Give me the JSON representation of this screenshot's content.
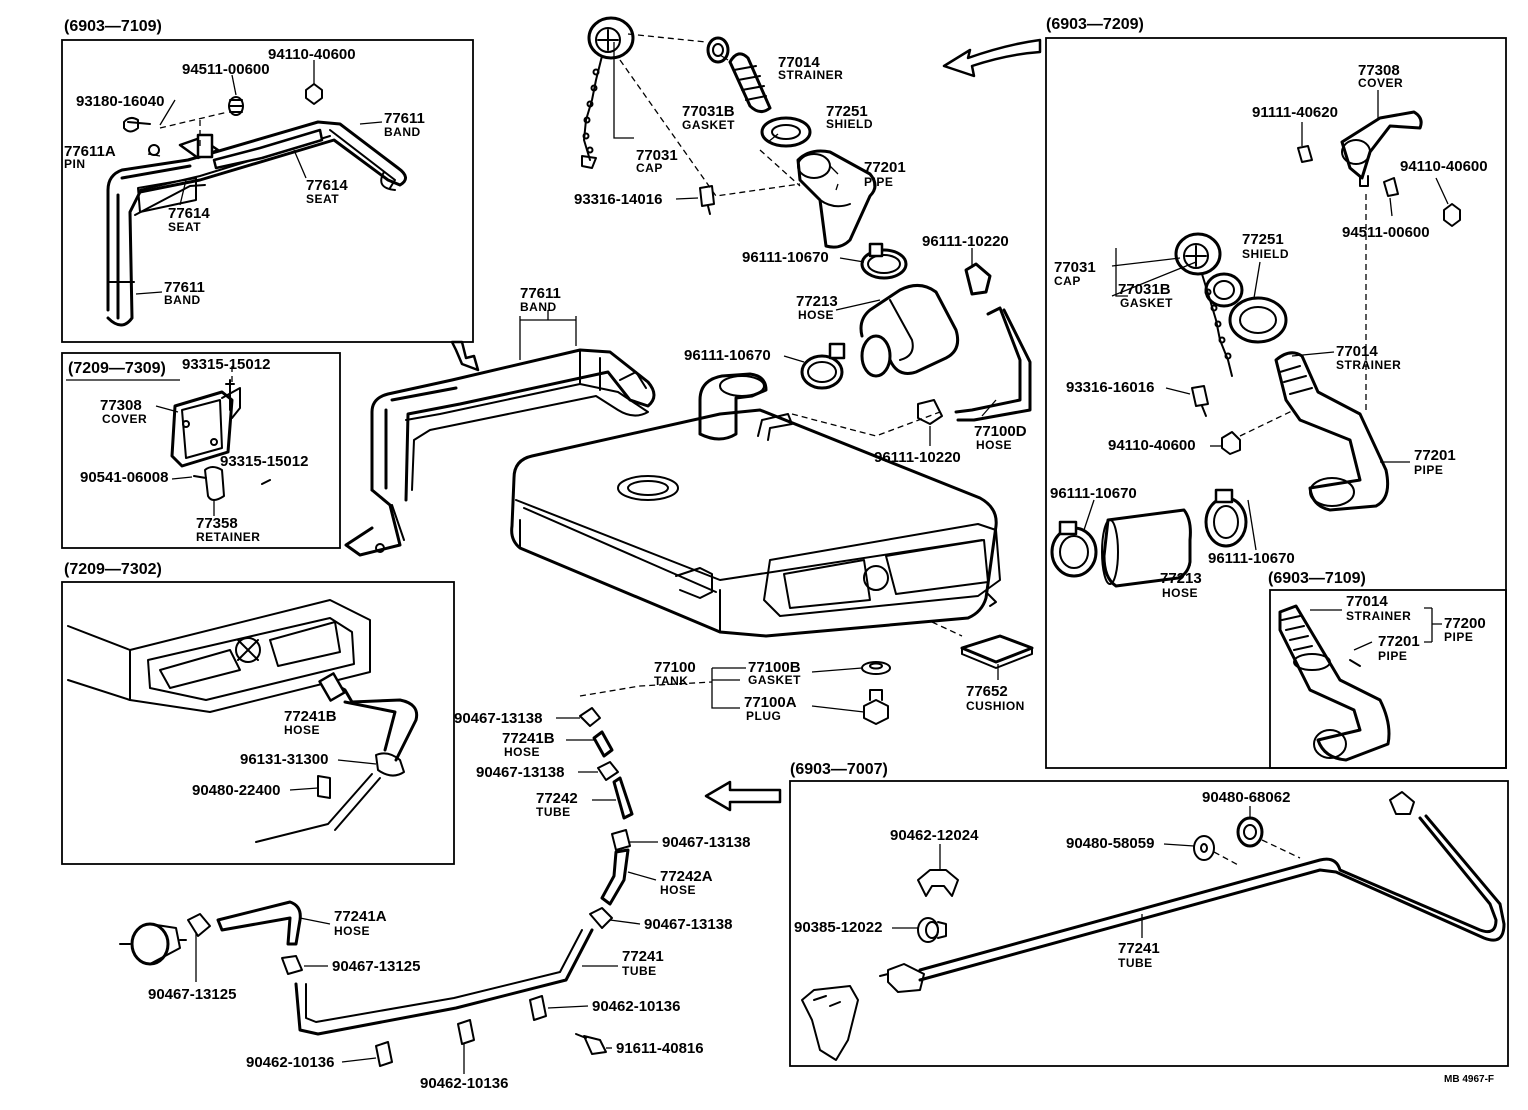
{
  "groups": [
    {
      "text": "(6903—7109)"
    },
    {
      "text": "(7209—7309)"
    },
    {
      "text": "(7209—7302)"
    },
    {
      "text": "(6903—7209)"
    },
    {
      "text": "(6903—7109)"
    },
    {
      "text": "(6903—7007)"
    }
  ],
  "parts": [
    {
      "id": "77611",
      "name": "BAND"
    },
    {
      "id": "77611A",
      "name": "PIN"
    },
    {
      "id": "77614",
      "name": "SEAT"
    },
    {
      "id": "77614",
      "name": "SEAT"
    },
    {
      "id": "77611",
      "name": "BAND"
    },
    {
      "id": "93180-16040",
      "name": ""
    },
    {
      "id": "94511-00600",
      "name": ""
    },
    {
      "id": "94110-40600",
      "name": ""
    },
    {
      "id": "77611",
      "name": "BAND"
    },
    {
      "id": "93315-15012",
      "name": ""
    },
    {
      "id": "77308",
      "name": "COVER"
    },
    {
      "id": "90541-06008",
      "name": ""
    },
    {
      "id": "93315-15012",
      "name": ""
    },
    {
      "id": "77358",
      "name": "RETAINER"
    },
    {
      "id": "77241B",
      "name": "HOSE"
    },
    {
      "id": "96131-31300",
      "name": ""
    },
    {
      "id": "90480-22400",
      "name": ""
    },
    {
      "id": "77014",
      "name": "STRAINER"
    },
    {
      "id": "77031B",
      "name": "GASKET"
    },
    {
      "id": "77251",
      "name": "SHIELD"
    },
    {
      "id": "77031",
      "name": "CAP"
    },
    {
      "id": "77201",
      "name": "PIPE"
    },
    {
      "id": "93316-14016",
      "name": ""
    },
    {
      "id": "96111-10670",
      "name": ""
    },
    {
      "id": "96111-10220",
      "name": ""
    },
    {
      "id": "77213",
      "name": "HOSE"
    },
    {
      "id": "96111-10670",
      "name": ""
    },
    {
      "id": "77100D",
      "name": "HOSE"
    },
    {
      "id": "96111-10220",
      "name": ""
    },
    {
      "id": "77100",
      "name": "TANK"
    },
    {
      "id": "77100B",
      "name": "GASKET"
    },
    {
      "id": "77100A",
      "name": "PLUG"
    },
    {
      "id": "77652",
      "name": "CUSHION"
    },
    {
      "id": "90467-13138",
      "name": ""
    },
    {
      "id": "77241B",
      "name": "HOSE"
    },
    {
      "id": "90467-13138",
      "name": ""
    },
    {
      "id": "77242",
      "name": "TUBE"
    },
    {
      "id": "90467-13138",
      "name": ""
    },
    {
      "id": "77242A",
      "name": "HOSE"
    },
    {
      "id": "90467-13138",
      "name": ""
    },
    {
      "id": "77241A",
      "name": "HOSE"
    },
    {
      "id": "90467-13125",
      "name": ""
    },
    {
      "id": "90467-13125",
      "name": ""
    },
    {
      "id": "77241",
      "name": "TUBE"
    },
    {
      "id": "90462-10136",
      "name": ""
    },
    {
      "id": "90462-10136",
      "name": ""
    },
    {
      "id": "90462-10136",
      "name": ""
    },
    {
      "id": "91611-40816",
      "name": ""
    },
    {
      "id": "77308",
      "name": "COVER"
    },
    {
      "id": "91111-40620",
      "name": ""
    },
    {
      "id": "94110-40600",
      "name": ""
    },
    {
      "id": "94511-00600",
      "name": ""
    },
    {
      "id": "77031",
      "name": "CAP"
    },
    {
      "id": "77031B",
      "name": "GASKET"
    },
    {
      "id": "77251",
      "name": "SHIELD"
    },
    {
      "id": "77014",
      "name": "STRAINER"
    },
    {
      "id": "93316-16016",
      "name": ""
    },
    {
      "id": "94110-40600",
      "name": ""
    },
    {
      "id": "77201",
      "name": "PIPE"
    },
    {
      "id": "96111-10670",
      "name": ""
    },
    {
      "id": "96111-10670",
      "name": ""
    },
    {
      "id": "77213",
      "name": "HOSE"
    },
    {
      "id": "77014",
      "name": "STRAINER"
    },
    {
      "id": "77201",
      "name": "PIPE"
    },
    {
      "id": "77200",
      "name": "PIPE"
    },
    {
      "id": "90480-68062",
      "name": ""
    },
    {
      "id": "90462-12024",
      "name": ""
    },
    {
      "id": "90480-58059",
      "name": ""
    },
    {
      "id": "90385-12022",
      "name": ""
    },
    {
      "id": "77241",
      "name": "TUBE"
    }
  ],
  "ref_code": "MB 4967-F"
}
